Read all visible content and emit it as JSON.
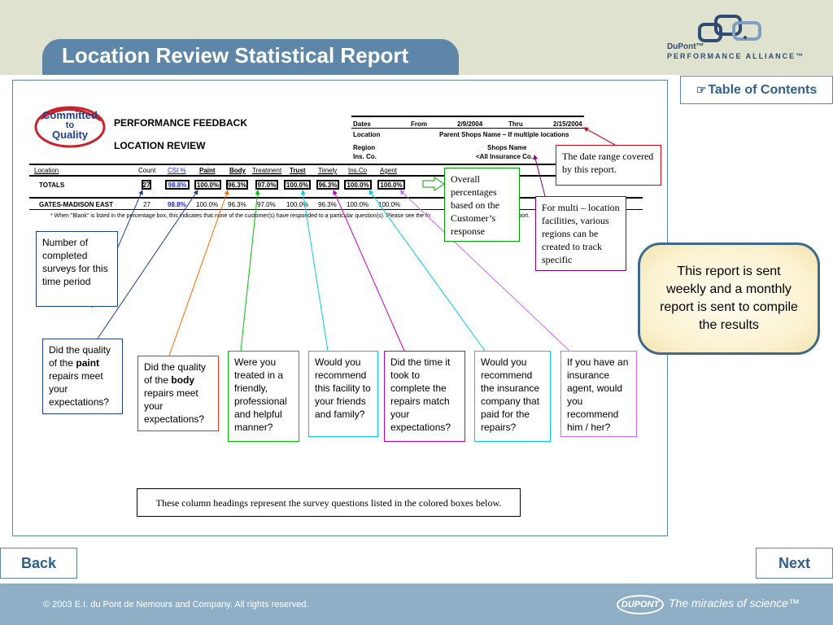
{
  "header": {
    "title": "Location Review Statistical Report",
    "logo_line1": "DuPont™",
    "logo_line2": "PERFORMANCE ALLIANCE™"
  },
  "toc": {
    "icon": "hand-pointer-icon",
    "label": "Table of Contents"
  },
  "report": {
    "logo_text": [
      "Committed",
      "to",
      "Quality"
    ],
    "heading1": "PERFORMANCE FEEDBACK",
    "heading2": "LOCATION REVIEW",
    "dates_label": "Dates",
    "from_label": "From",
    "from_value": "2/9/2004",
    "thru_label": "Thru",
    "thru_value": "2/15/2004",
    "location_label": "Location",
    "location_value": "Parent Shops Name – If multiple locations",
    "region_label": "Region",
    "shops_value": "Shops Name",
    "insco_label": "Ins. Co.",
    "insco_value": "<All Insurance Co.",
    "columns": [
      "Location",
      "Count",
      "CSI %",
      "Paint",
      "Body",
      "Treatment",
      "Trust",
      "Timely",
      "Ins.Co",
      "Agent"
    ],
    "totals_label": "TOTALS",
    "totals": [
      "27",
      "98.8%",
      "100.0%",
      "96.3%",
      "97.0%",
      "100.0%",
      "96.3%",
      "100.0%",
      "100.0%"
    ],
    "row_label": "GATES-MADISON EAST",
    "row": [
      "27",
      "98.8%",
      "100.0%",
      "96.3%",
      "97.0%",
      "100.0%",
      "96.3%",
      "100.0%",
      "100.0%"
    ],
    "footnote": "* When \"Blank\" is listed in the percentage box, this indicates that none of the customer(s) have responded to a particular question(s).  Please see the fo",
    "footnote_end": "port."
  },
  "annotations": {
    "date_range": "The date range covered by this report.",
    "overall": "Overall percentages based on the Customer’s response",
    "multi": "For multi – location facilities, various regions can be created to track specific",
    "count": "Number of completed surveys for this time period",
    "paint_pre": "Did the quality of the ",
    "paint_bold": "paint",
    "paint_post": " repairs meet your expectations?",
    "body_pre": "Did the quality of the ",
    "body_bold": "body",
    "body_post": " repairs meet your expectations?",
    "treatment": "Were you treated in a friendly, professional and helpful manner?",
    "trust": "Would you recommend this facility to your friends and family?",
    "timely": "Did the time it took to complete the repairs match your expectations?",
    "insco": "Would you recommend the insurance company that paid for the repairs?",
    "agent": "If you have an insurance agent, would you recommend him / her?",
    "columns_note": "These column headings represent the survey questions listed in the colored boxes below."
  },
  "callout": "This report is sent weekly and a monthly report is sent to compile the results",
  "nav": {
    "back": "Back",
    "next": "Next"
  },
  "footer": {
    "copyright": "© 2003 E.I. du Pont de Nemours and Company. All rights reserved.",
    "brand": "DUPONT",
    "tagline": "The miracles of science™"
  },
  "colors": {
    "accent": "#5d86a8",
    "band": "#dfe2cf",
    "footer": "#8eafc5"
  }
}
